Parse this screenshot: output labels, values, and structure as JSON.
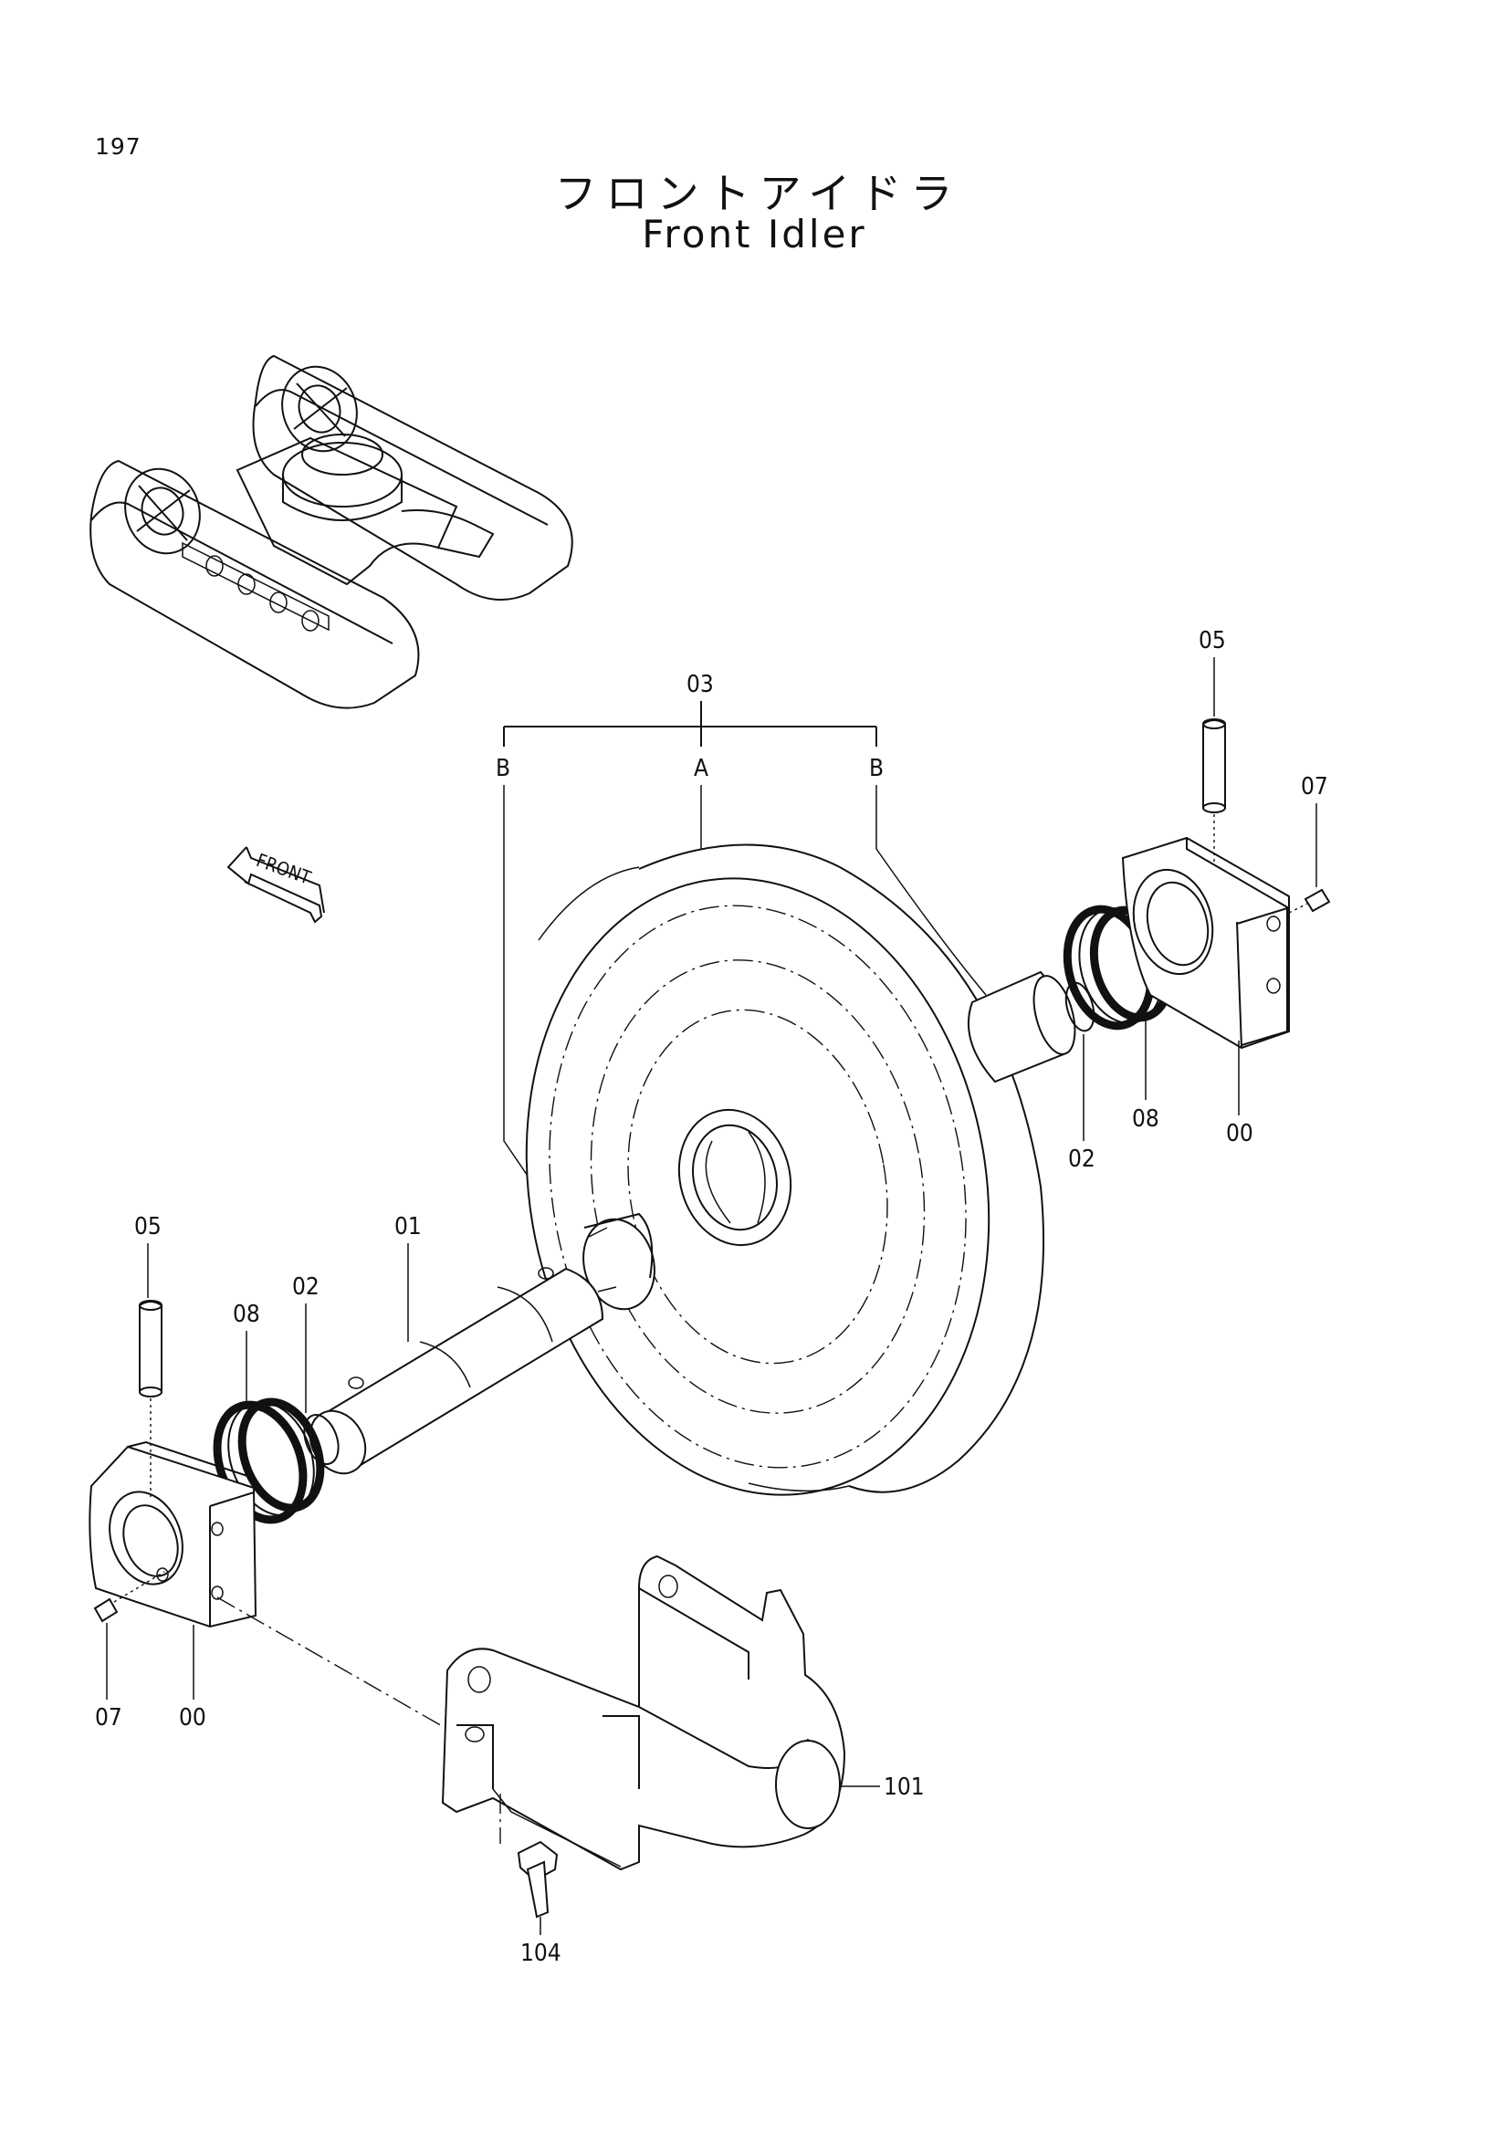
{
  "page_number": "197",
  "title_jp": "フロントアイドラ",
  "title_en": "Front Idler",
  "front_arrow_label": "FRONT",
  "callouts": {
    "assembly": "03",
    "wheel": "A",
    "boss_left": "B",
    "boss_right": "B",
    "pin_right": "05",
    "plug_right": "07",
    "seal_right": "08",
    "ring_right": "02",
    "support_right": "00",
    "pin_left": "05",
    "shaft": "01",
    "ring_left": "02",
    "seal_left": "08",
    "plug_left": "07",
    "support_left": "00",
    "yoke": "101",
    "bolt": "104"
  }
}
